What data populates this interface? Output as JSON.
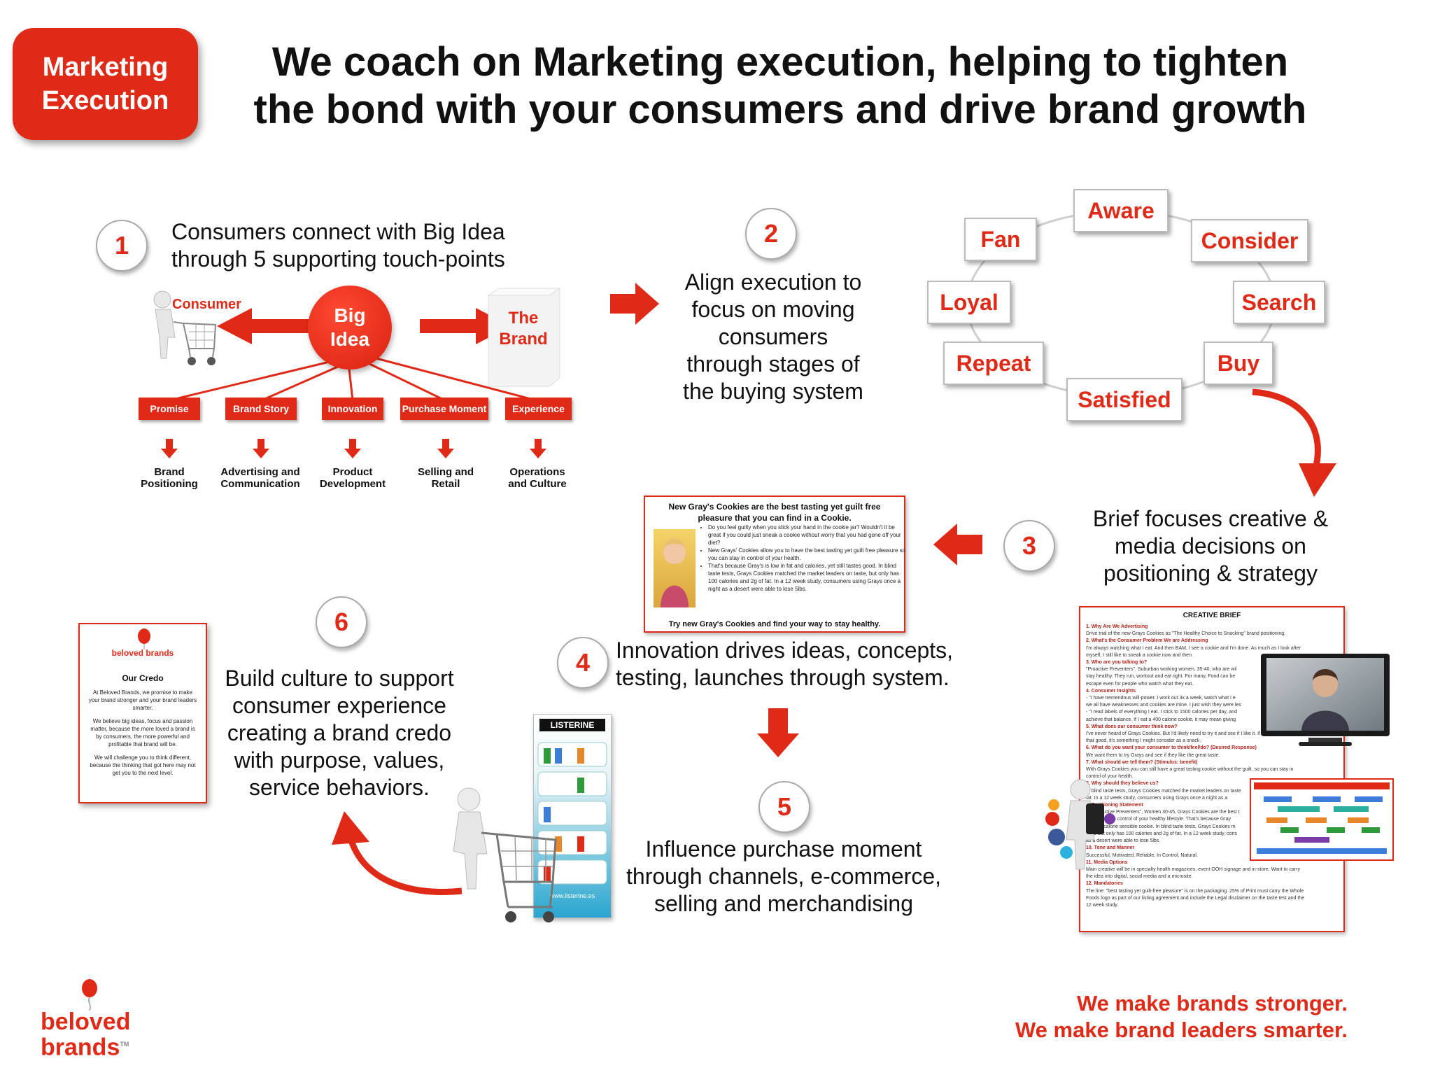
{
  "badge": {
    "line1": "Marketing",
    "line2": "Execution"
  },
  "title": {
    "line1": "We coach on Marketing execution, helping to tighten",
    "line2": "the bond with your consumers and drive brand growth"
  },
  "steps": {
    "s1": {
      "num": "1",
      "text1": "Consumers connect with Big Idea",
      "text2": "through 5 supporting touch-points"
    },
    "s2": {
      "num": "2",
      "lines": [
        "Align execution to",
        "focus on moving",
        "consumers",
        "through stages of",
        "the buying system"
      ]
    },
    "s3": {
      "num": "3",
      "lines": [
        "Brief focuses creative &",
        "media decisions on",
        "positioning & strategy"
      ]
    },
    "s4": {
      "num": "4",
      "lines": [
        "Innovation drives ideas, concepts,",
        "testing, launches through system."
      ]
    },
    "s5": {
      "num": "5",
      "lines": [
        "Influence purchase moment",
        "through channels, e-commerce,",
        "selling and merchandising"
      ]
    },
    "s6": {
      "num": "6",
      "lines": [
        "Build culture to support",
        "consumer experience",
        "creating a brand credo",
        "with purpose, values,",
        "service behaviors."
      ]
    }
  },
  "bigidea": {
    "consumer": "Consumer",
    "big1": "Big",
    "big2": "Idea",
    "brand1": "The",
    "brand2": "Brand",
    "touchpoints": [
      "Promise",
      "Brand Story",
      "Innovation",
      "Purchase Moment",
      "Experience"
    ],
    "outcomes": [
      [
        "Brand",
        "Positioning"
      ],
      [
        "Advertising and",
        "Communication"
      ],
      [
        "Product",
        "Development"
      ],
      [
        "Selling and",
        "Retail"
      ],
      [
        "Operations",
        "and Culture"
      ]
    ]
  },
  "stages": [
    "Aware",
    "Consider",
    "Search",
    "Buy",
    "Satisfied",
    "Repeat",
    "Loyal",
    "Fan"
  ],
  "concept": {
    "headline1": "New Gray's Cookies are the best tasting yet guilt free",
    "headline2": "pleasure  that you can find in a Cookie.",
    "bullets": [
      "Do you feel guilty when you stick your hand in the cookie jar?  Wouldn't it be great if you could just sneak a cookie without worry that you had gone off your diet?",
      "New Grays' Cookies allow you to have the best tasting yet guilt free pleasure so you can stay in control of your health.",
      "That's because Gray's is low in fat and calories, yet still tastes good.  In blind taste tests, Grays  Cookies matched the market leaders on taste, but only has 100 calories and 2g of fat. In a 12 week study, consumers using Grays once a night as a desert were able to lose 5lbs."
    ],
    "tagline": "Try new Gray's Cookies and find your way to stay healthy."
  },
  "brief": {
    "title": "CREATIVE BRIEF",
    "lines": [
      "1.  Why Are We Advertising",
      "Drive trial of the new Grays Cookies as \"The Healthy Choice to Snacking\" brand positioning.",
      "2. What's the Consumer Problem We are Addressing",
      "I'm always watching what I eat.  And then BAM, I see a cookie and I'm done.  As much as I look after",
      "myself, I still like to sneak a cookie now and then.",
      "3.  Who are you talking to?",
      "\"Proactive Preventers\". Suburban working women, 35-40,  who are wil",
      "stay healthy.  They run, workout and eat right. For many, Food can be",
      "escape even for people who watch what they eat.",
      "4.  Consumer Insights",
      "- \"I have tremendous will-power.  I work out 3x a week, watch what I e",
      "we all have weaknesses and cookies are mine.  I just wish they were les",
      "- \"I read labels of everything I eat.  I stick to 1500 calories per day, and",
      "achieve that balance.   If I eat a 400 calorie cookie, it may mean giving",
      "5. What does our consumer think now?",
      "I've never heard of Grays Cookies.  But I'd likely need to try it and see if I like it.  If it really does",
      "that good, it's something I might consider as a snack.",
      "6.  What do you want your consumer to think/feel/do? (Desired Response)",
      "We want them to try Grays and see if they like the great taste.",
      "7.  What should we tell them? (Stimulus:  benefit)",
      "With Grays Cookies you can still have a great tasting cookie without the guilt, so you can stay in",
      "control of your health.",
      "8.  Why should they believe us?",
      "In blind taste tests, Grays Cookies matched the market leaders on taste",
      "fat. In a 12 week study, consumers using Grays once a night as a",
      "9.  Positioning Statement",
      "To \"Proactive Preventers\", Women 30-45, Grays Cookies are the best t",
      "so you stay in control of your healthy lifestyle.  That's because Gray",
      "is a low calorie sensible cookie. In blind taste tests, Grays Cookies m",
      "taste but only has 100 calories and 2g of fat.  In a 12 week study, cons",
      "as a desert were able to lose 5lbs.",
      "10.  Tone and Manner",
      "Successful, Motivated, Reliable, In Control, Natural.",
      "11.  Media Options",
      "Main creative will be in specialty health magazines, event OOH signage and in-store.  Want to carry",
      "the idea into digital, social media and a microsite.",
      "12.  Mandatories",
      "The line: \"best tasting yet guilt-free pleasure\" is on the packaging. 25% of Print must carry the Whole",
      "Foods logo as part of our listing agreement and include the Legal disclaimer on the taste test and the",
      "12 week study."
    ]
  },
  "credo": {
    "logo1": "beloved",
    "logo2": "brands",
    "heading": "Our Credo",
    "p1": "At Beloved Brands, we promise to make your brand stronger and your brand leaders smarter.",
    "p2": "We believe big ideas, focus and passion matter, because the more loved a brand is by consumers, the more powerful and profitable that brand will be.",
    "p3": "We will challenge you to think different, because the thinking that got here may not get you to the next level."
  },
  "display": {
    "brand": "LISTERINE",
    "url": "www.listerine.es"
  },
  "logo": {
    "line1": "beloved",
    "line2": "brands",
    "tm": "TM"
  },
  "footer": {
    "line1": "We make brands stronger.",
    "line2": "We make brand leaders smarter."
  },
  "colors": {
    "accent": "#e02a18",
    "text": "#111111"
  }
}
